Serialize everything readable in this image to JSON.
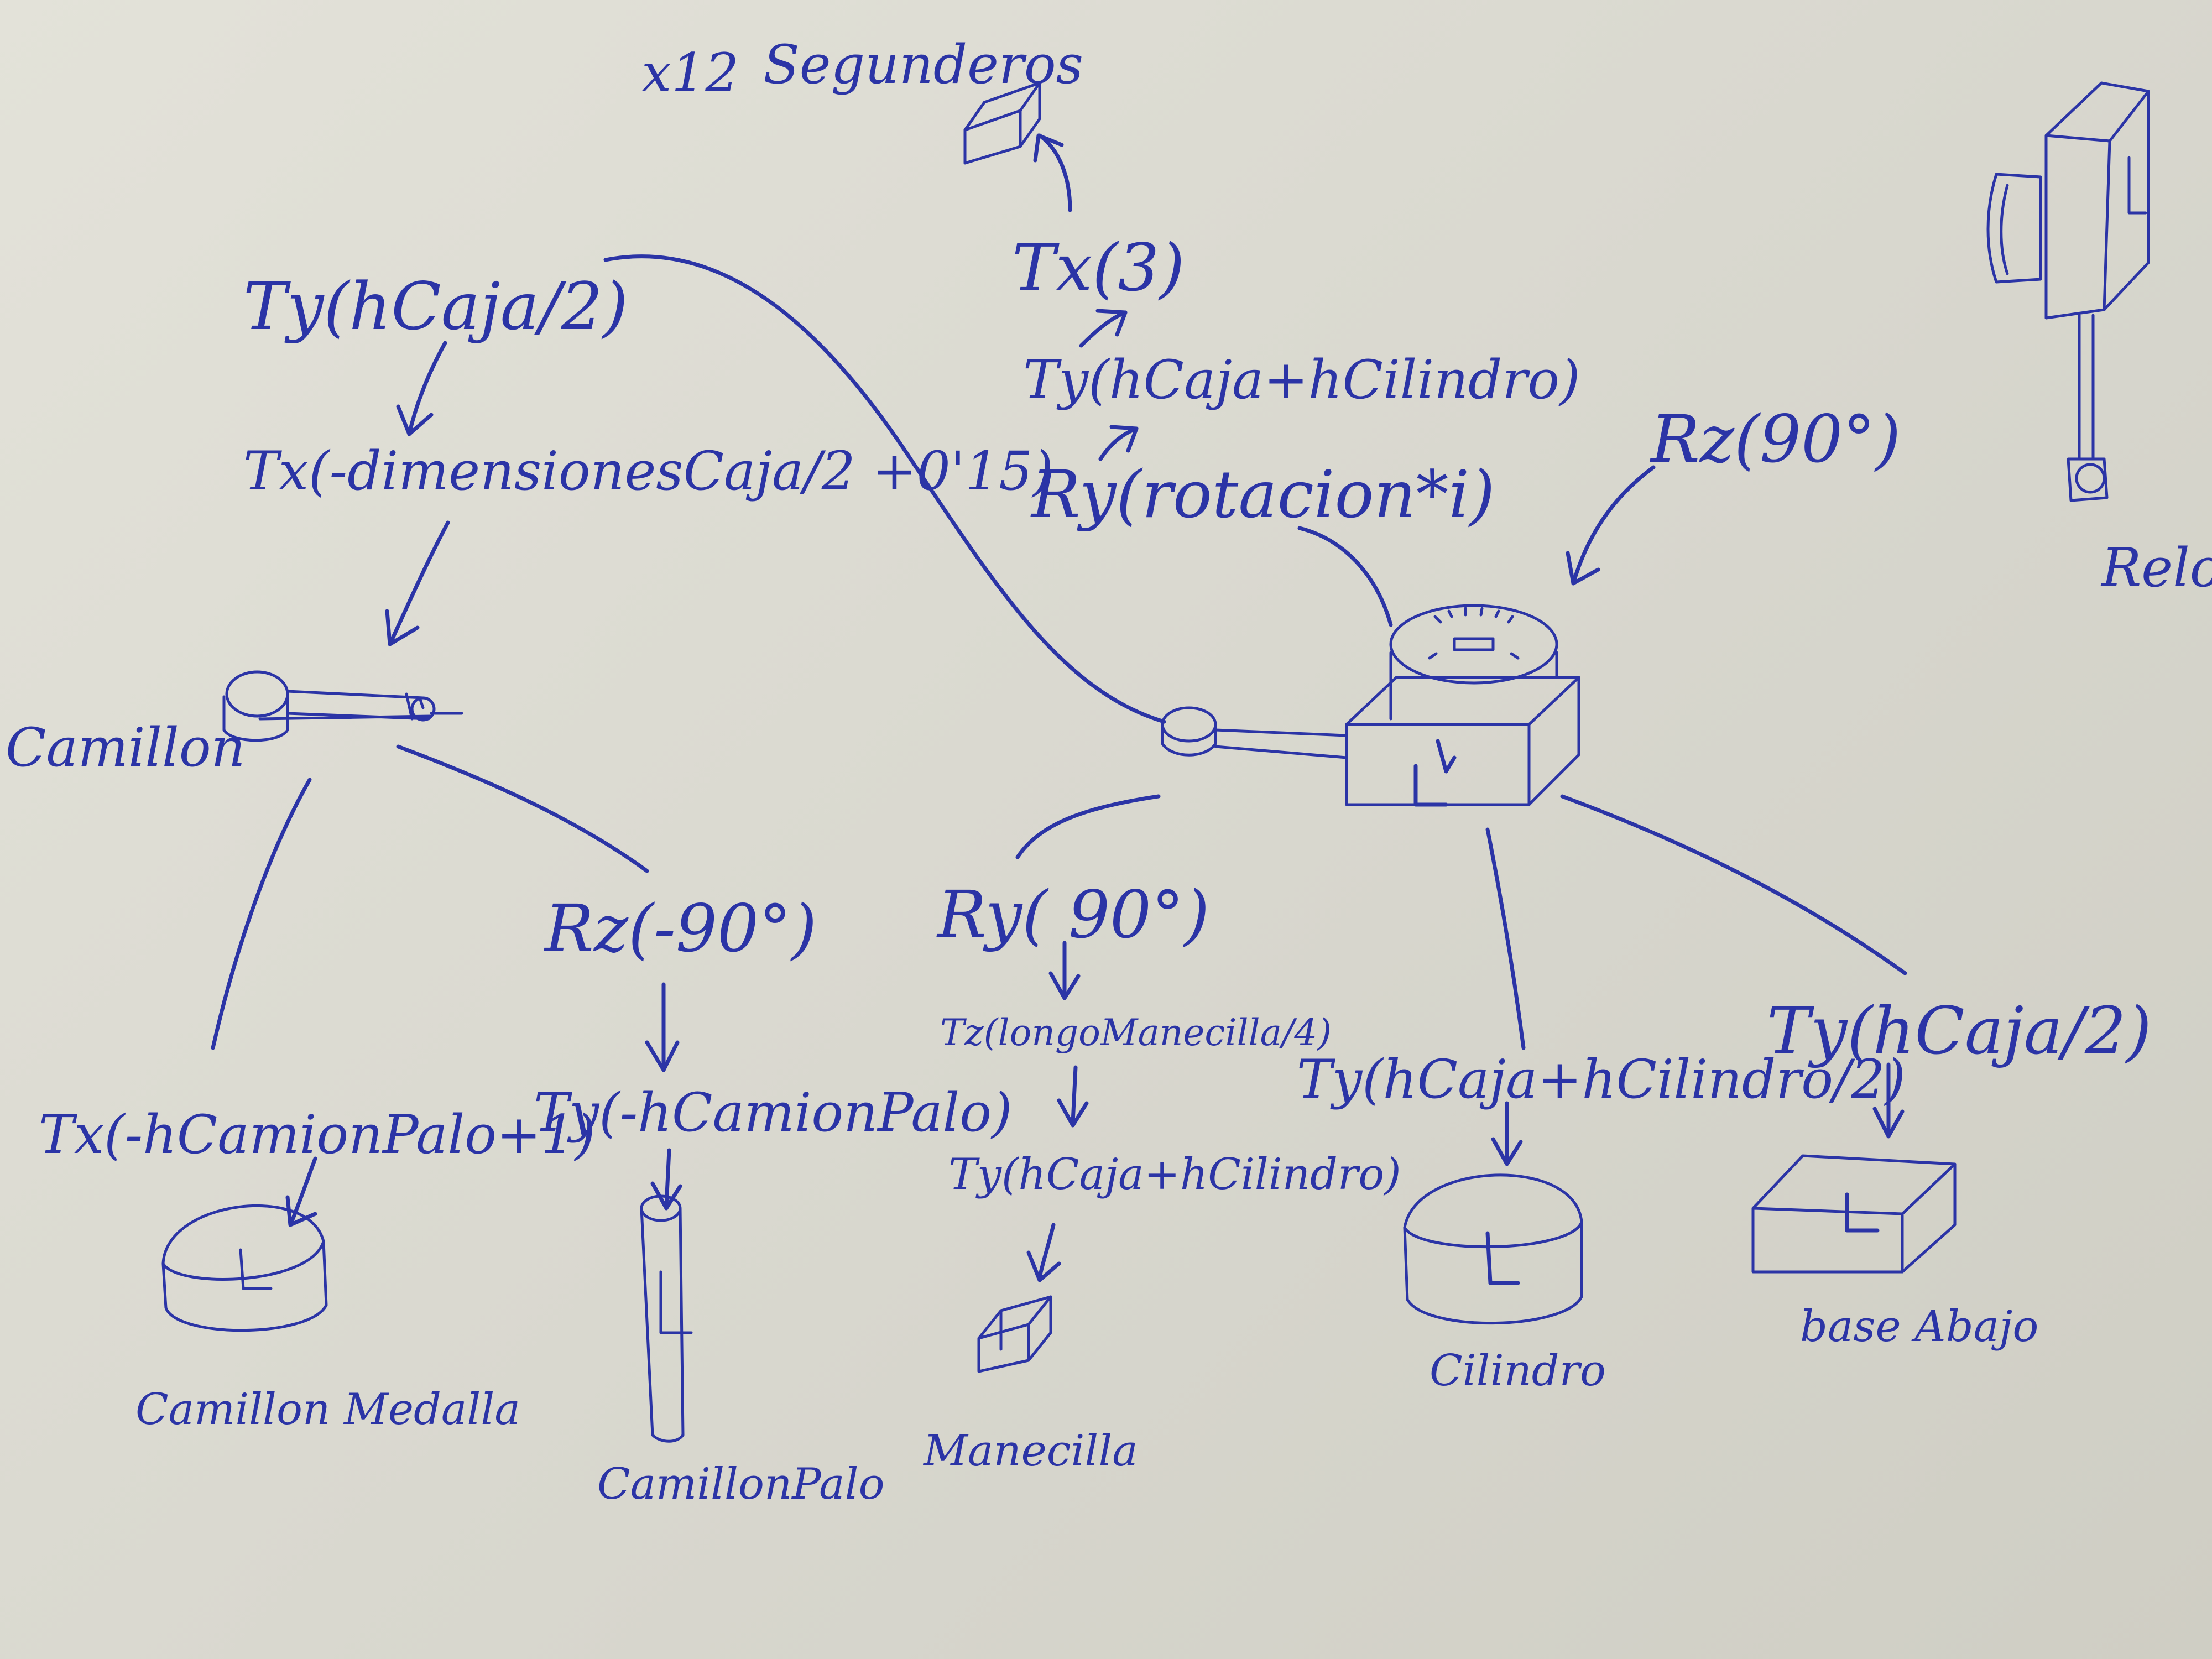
{
  "top_note": {
    "count": "x12",
    "name": "Segunderos"
  },
  "transforms": {
    "segunderos_tx": "Tx(3)",
    "segunderos_ty": "Ty(hCaja+hCilindro)",
    "segunderos_ry": "Ry(rotacion*i)",
    "camillon_ty": "Ty(hCaja/2)",
    "camillon_tx": "Tx(-dimensionesCaja/2 +0'15)",
    "reloj_rz": "Rz(90°)",
    "palo_rz": "Rz(-90°)",
    "palo_ty": "Ty(-hCamionPalo)",
    "medalla_tx": "Tx(-hCamionPalo+1)",
    "manecilla_ry": "Ry( 90°)",
    "manecilla_tz": "Tz(longoManecilla/4)",
    "manecilla_ty": "Ty(hCaja+hCilindro)",
    "cilindro_ty": "Ty(hCaja+hCilindro/2)",
    "base_ty": "Ty(hCaja/2)"
  },
  "nodes": {
    "camillon": "Camillon",
    "camillon_medalla": "Camillon Medalla",
    "camillon_palo": "CamillonPalo",
    "manecilla": "Manecilla",
    "cilindro": "Cilindro",
    "base_abajo": "base Abajo",
    "reloj": "Reloj"
  }
}
